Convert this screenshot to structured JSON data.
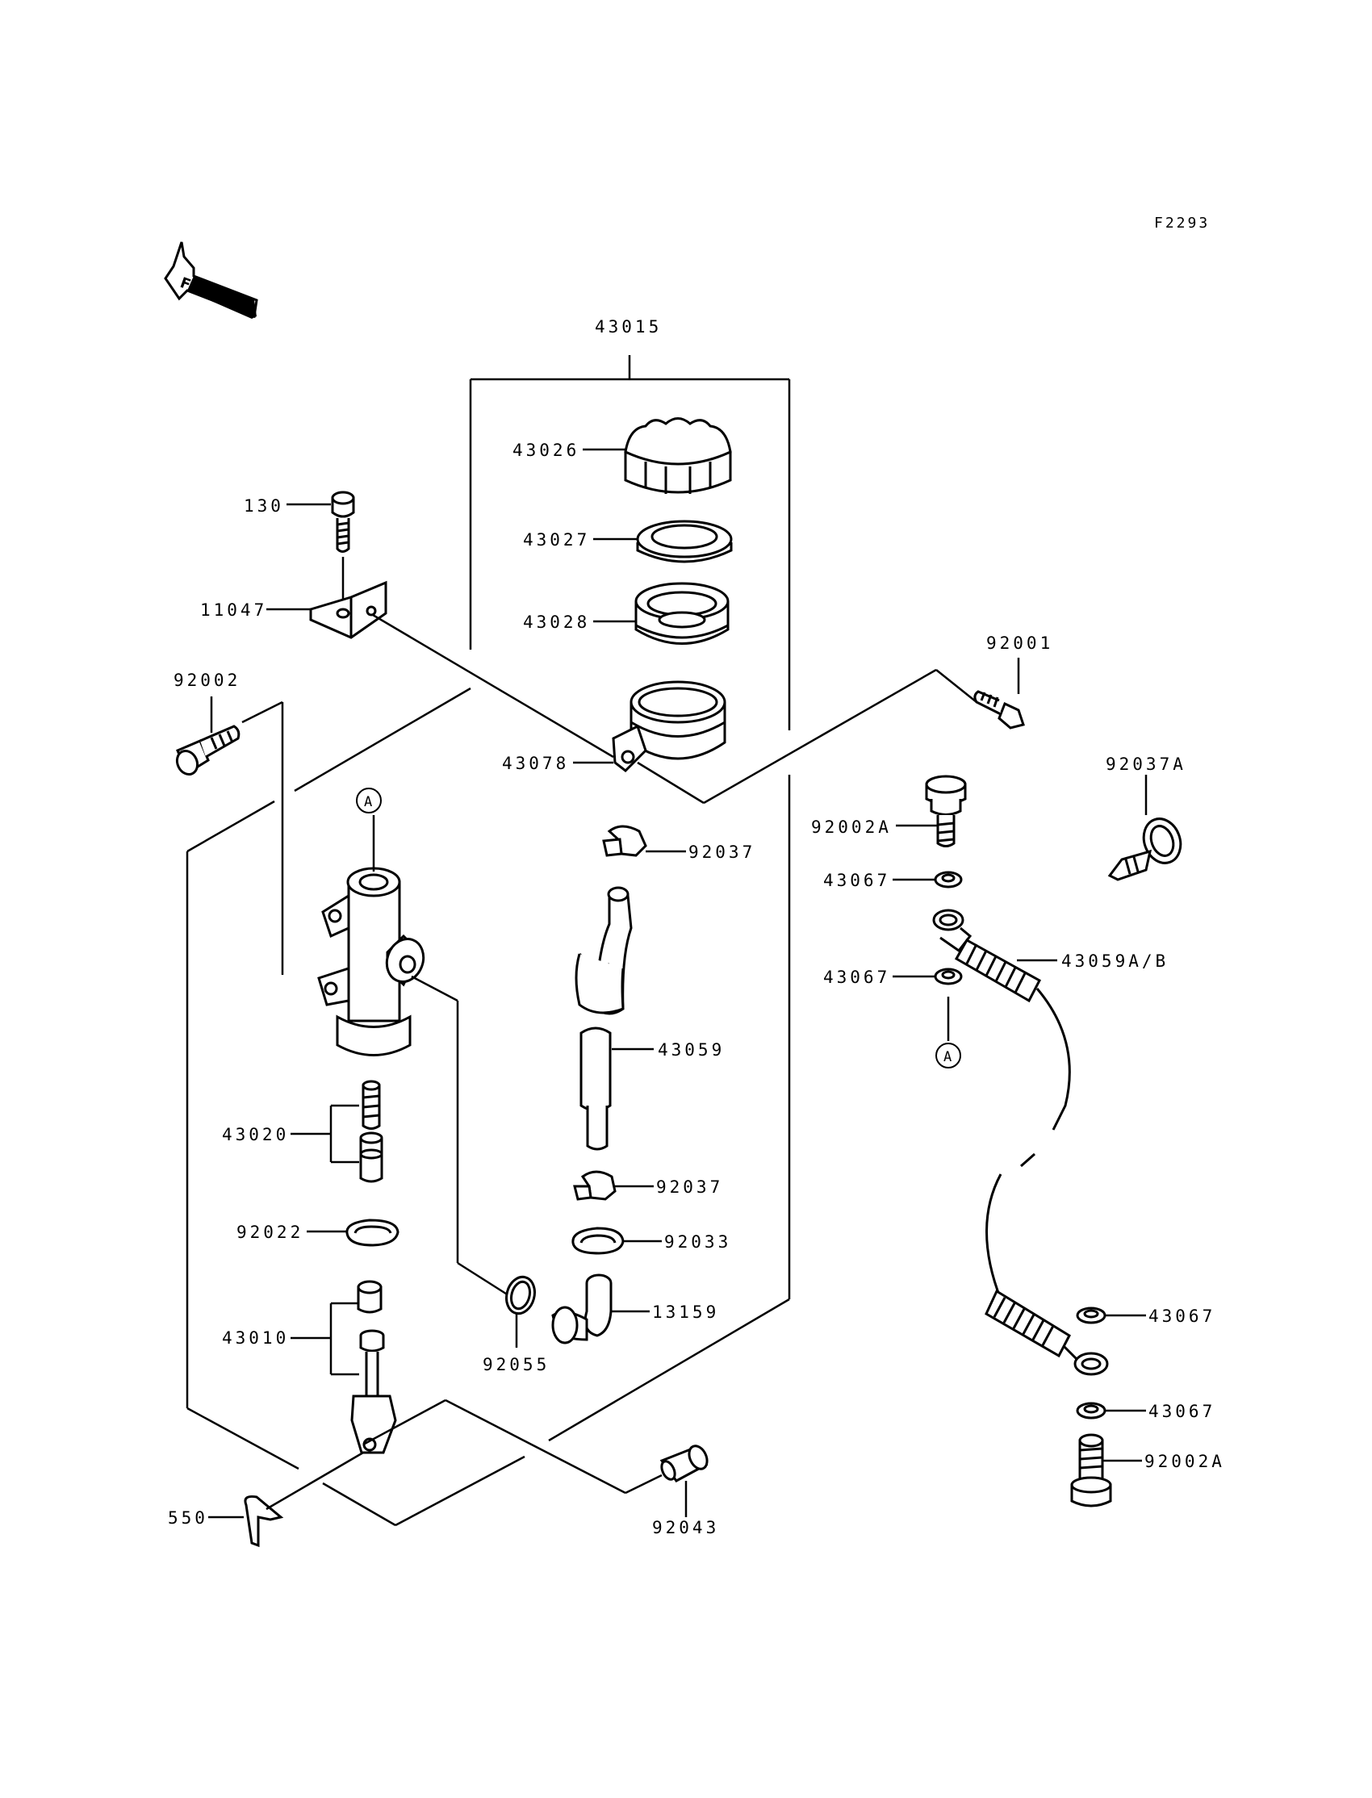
{
  "diagram_ref": "F2293",
  "front_label": "FRONT",
  "circle_label": "A",
  "parts": {
    "p43015": "43015",
    "p43026": "43026",
    "p43027": "43027",
    "p43028": "43028",
    "p43078": "43078",
    "p130": "130",
    "p11047": "11047",
    "p92002": "92002",
    "p92001": "92001",
    "p92037A": "92037A",
    "p92002A_top": "92002A",
    "p43067_a": "43067",
    "p43059AB": "43059A/B",
    "p43067_b": "43067",
    "p92037_top": "92037",
    "p43059": "43059",
    "p92037_bottom": "92037",
    "p92033": "92033",
    "p13159": "13159",
    "p92055": "92055",
    "p43020": "43020",
    "p92022": "92022",
    "p43010": "43010",
    "p550": "550",
    "p92043": "92043",
    "p43067_c": "43067",
    "p43067_d": "43067",
    "p92002A_bottom": "92002A"
  }
}
